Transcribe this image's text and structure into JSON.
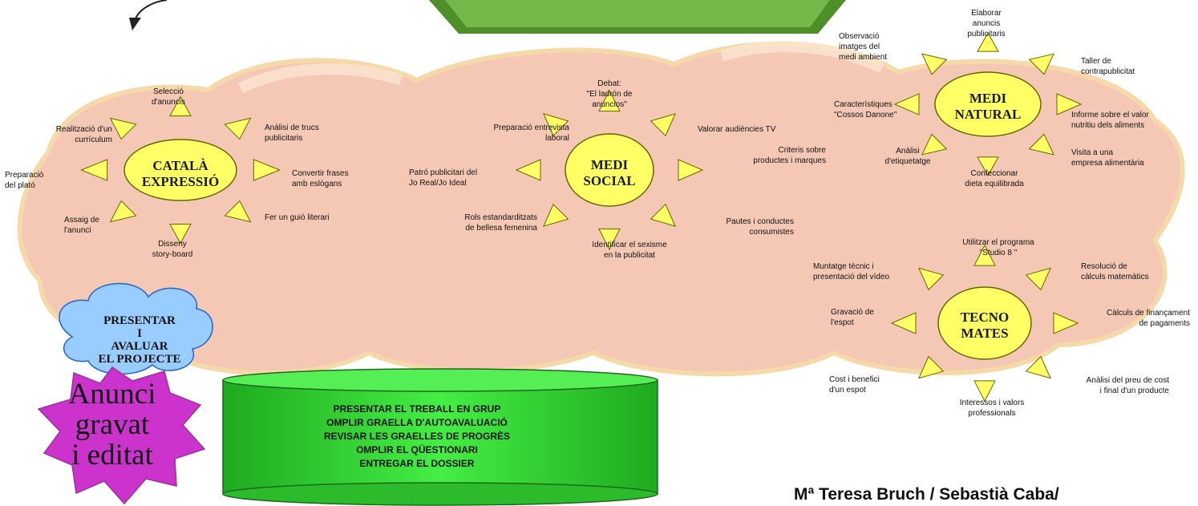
{
  "hubs": {
    "catala": "CATALÀ\nEXPRESSIÓ",
    "social": "MEDI\nSOCIAL",
    "natural": "MEDI\nNATURAL",
    "tecno": "TECNO\nMATES"
  },
  "catala_labels": {
    "seleccio": "Selecció\nd'anuncis",
    "analisi": "Anàlisi de trucs\npublicitaris",
    "convertir": "Convertir frases\namb eslògans",
    "guio": "Fer un guió literari",
    "disseny": "Disseny\nstory-board",
    "assaig": "Assaig de\nl'anunci",
    "preparacio": "Preparació\ndel plató",
    "curriculum": "Realització d'un\ncurrículum"
  },
  "social_labels": {
    "debat": "Debat:\n\"El ladrón de\nanuncios\"",
    "valorar": "Valorar audiències TV",
    "criteris": "Criteris sobre\nproductes i marques",
    "pautes": "Pautes i conductes\nconsumistes",
    "sexisme": "Identificar el sexisme\nen la publicitat",
    "rols": "Rols estandarditzats\nde bellesa femenina",
    "patro": "Patró publicitari del\nJo Real/Jo Ideal",
    "entrevista": "Preparació entrevista\nlaboral"
  },
  "natural_labels": {
    "elaborar": "Elaborar\nanuncis\npublicitaris",
    "taller": "Taller de\ncontrapublicitat",
    "informe": "Informe sobre el valor\nnutritiu dels aliments",
    "visita": "Visita a una\nempresa alimentària",
    "dieta": "Confeccionar\ndieta equilibrada",
    "etiquetatge": "Anàlisi\nd'etiquetatge",
    "caracteristiques": "Característiques\n\"Cossos Danone\"",
    "observacio": "Observació\nimatges del\nmedi ambient"
  },
  "tecno_labels": {
    "studio": "Utilitzar el programa\n\"Studio 8 \"",
    "calculs_mat": "Resolució de\ncàlculs matemàtics",
    "finansament": "Càlculs de finançament\nde pagaments",
    "preu_cost": "Anàlisi del preu de cost\ni final d'un producte",
    "interessos": "Interessos i valors\nprofessionals",
    "cost_benefici": "Cost i benefici\nd'un espot",
    "gravacio": "Gravació de\nl'espot",
    "muntatge": "Muntatge tècnic i\npresentació del vídeo"
  },
  "cloud_text": "PRESENTAR\nI\nAVALUAR\nEL PROJECTE",
  "star_text": "Anunci\ngravat\ni editat",
  "cylinder_text": "PRESENTAR EL TREBALL EN GRUP\nOMPLIR GRAELLA D'AUTOAVALUACIÓ\nREVISAR LES GRAELLES DE PROGRÈS\nOMPLIR EL QÜESTIONARI\nENTREGAR EL DOSSIER",
  "author": "Mª Teresa Bruch / Sebastià Caba/",
  "colors": {
    "cloud_fill": "#f5c8b6",
    "cloud_edge": "#f6d9a8",
    "sun_fill": "#ffff66",
    "sun_outline": "#666600",
    "cylinder_fill": "#33dd33",
    "star_fill": "#cc33cc",
    "cloud_button_fill": "#99ccff",
    "top_box": "#66aa33"
  }
}
